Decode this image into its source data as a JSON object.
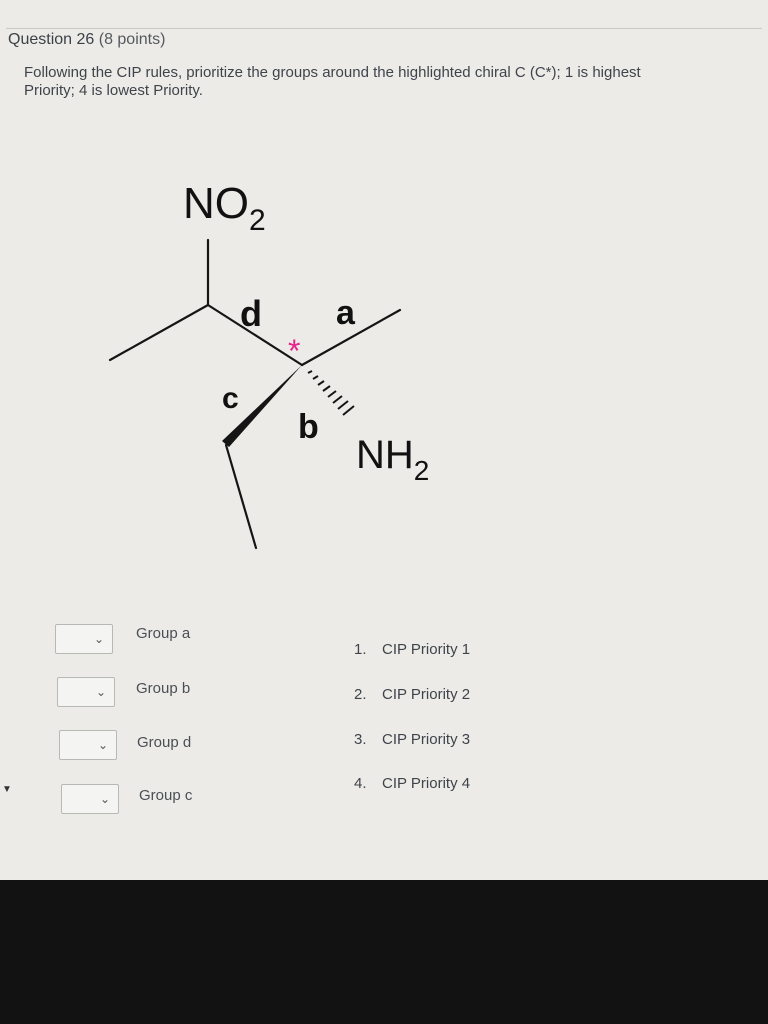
{
  "question": {
    "number": "Question 26",
    "points": "(8 points)",
    "prompt": "Following the CIP rules, prioritize the groups around the highlighted chiral C (C*); 1 is highest Priority; 4 is lowest Priority."
  },
  "molecule": {
    "top_group_main": "NO",
    "top_group_sub": "2",
    "bottom_group_main": "NH",
    "bottom_group_sub": "2",
    "labels": {
      "a": "a",
      "b": "b",
      "c": "c",
      "d": "d"
    },
    "chiral_marker": "*",
    "marker_color": "#e8208a"
  },
  "matching": {
    "groups": [
      "Group a",
      "Group b",
      "Group d",
      "Group c"
    ],
    "priorities": [
      {
        "num": "1.",
        "label": "CIP Priority 1"
      },
      {
        "num": "2.",
        "label": "CIP Priority 2"
      },
      {
        "num": "3.",
        "label": "CIP Priority 3"
      },
      {
        "num": "4.",
        "label": "CIP Priority 4"
      }
    ]
  },
  "icons": {
    "dropdown": "chevron-down-icon",
    "edge": "triangle-left-icon"
  }
}
